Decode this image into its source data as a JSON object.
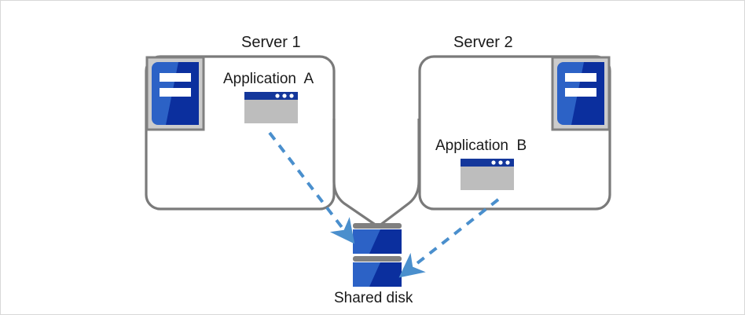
{
  "diagram": {
    "title": "Shared disk cluster diagram",
    "background_color": "#ffffff",
    "frame_border_color": "#d8d8d8"
  },
  "colors": {
    "box_stroke": "#7a7a7a",
    "connector_stroke": "#7a7a7a",
    "arrow": "#4a8fcd",
    "server_icon_light_blue": "#2c62c6",
    "server_icon_dark_blue": "#0b2f9e",
    "server_icon_plate": "#cccccc",
    "server_icon_plate_border": "#808080",
    "window_titlebar": "#14379b",
    "window_body": "#bdbdbd",
    "window_dot": "#ffffff",
    "disk_light_blue": "#2c62c6",
    "disk_dark_blue": "#0b2f9e",
    "disk_bar": "#808080",
    "text": "#1a1a1a"
  },
  "servers": [
    {
      "id": "server-1",
      "title": "Server 1",
      "icon_name": "server-icon",
      "icon_side": "left",
      "application": {
        "label": "Application  A",
        "icon_name": "application-window-icon",
        "window_dots": 3
      }
    },
    {
      "id": "server-2",
      "title": "Server 2",
      "icon_name": "server-icon",
      "icon_side": "right",
      "application": {
        "label": "Application  B",
        "icon_name": "application-window-icon",
        "window_dots": 3
      }
    }
  ],
  "storage": {
    "id": "shared-disk",
    "label": "Shared disk",
    "icon_name": "disk-stack-icon",
    "platters": 2
  },
  "connections": [
    {
      "id": "server1-to-disk-link",
      "from": "server-1",
      "to": "shared-disk",
      "style": "solid",
      "color": "#7a7a7a",
      "arrow": false
    },
    {
      "id": "server2-to-disk-link",
      "from": "server-2",
      "to": "shared-disk",
      "style": "solid",
      "color": "#7a7a7a",
      "arrow": false
    },
    {
      "id": "appA-to-disk-arrow",
      "from": "Application  A",
      "to": "Shared disk",
      "style": "dashed",
      "color": "#4a8fcd",
      "arrow": true
    },
    {
      "id": "appB-to-disk-arrow",
      "from": "Application  B",
      "to": "Shared disk",
      "style": "dashed",
      "color": "#4a8fcd",
      "arrow": true
    }
  ]
}
